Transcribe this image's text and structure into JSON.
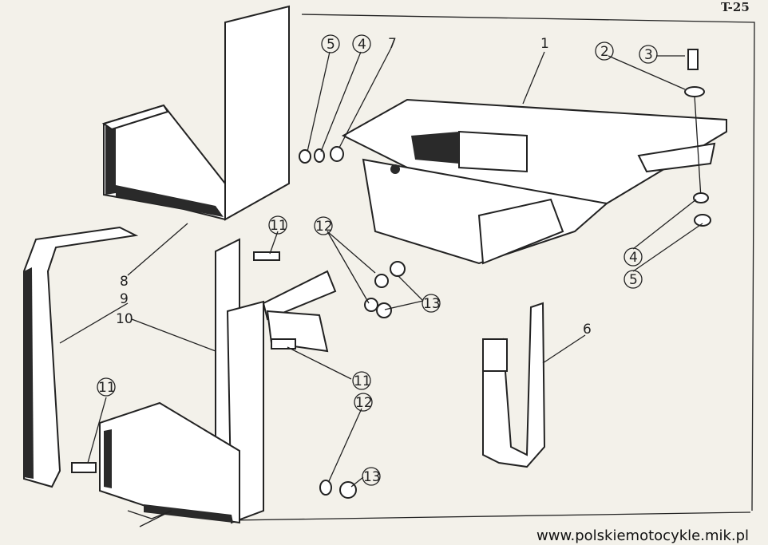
{
  "page_label": "T-25",
  "watermark": "www.polskiemotocykle.mik.pl",
  "callouts": [
    "1",
    "2",
    "3",
    "4",
    "5",
    "6",
    "7",
    "8",
    "9",
    "10",
    "11",
    "12",
    "13"
  ]
}
